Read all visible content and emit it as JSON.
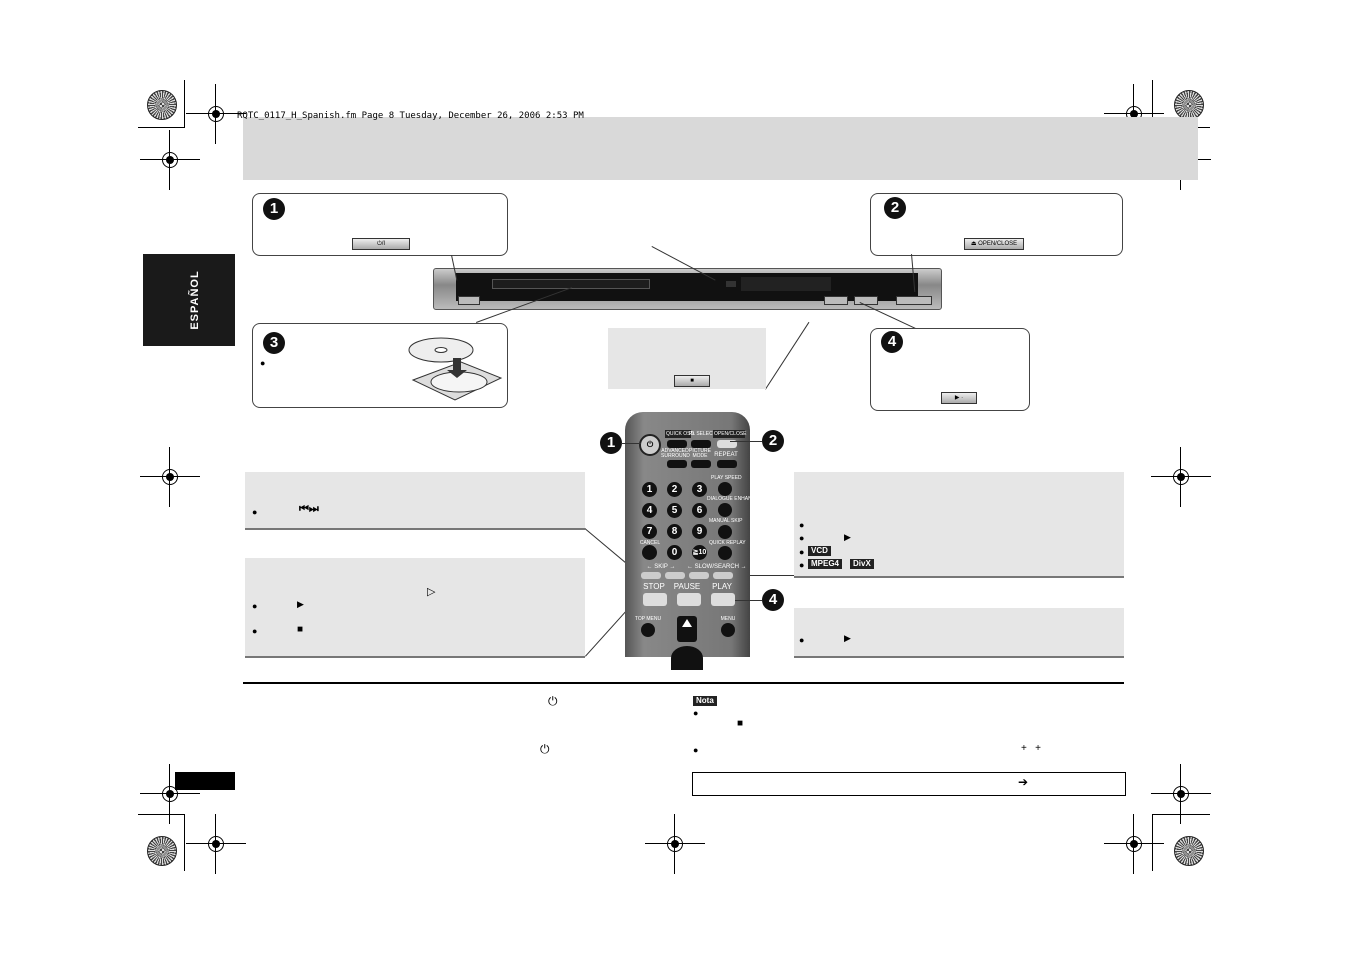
{
  "file_info": "RQTC_0117_H_Spanish.fm  Page 8  Tuesday, December 26, 2006  2:53 PM",
  "lang_tab": "ESPAÑOL",
  "steps": [
    "1",
    "2",
    "3",
    "4"
  ],
  "buttons": {
    "power": "⏻/I",
    "open_close": "⏏ OPEN/CLOSE",
    "stop": "■",
    "play": "▶  ·"
  },
  "bullet": "●",
  "panel_symbols": {
    "skip": "⏮⏭",
    "play": "▶",
    "stop": "■",
    "triangle": "▷"
  },
  "tags": {
    "vcd": "VCD",
    "mpeg4": "MPEG4",
    "divx": "DivX",
    "nota": "Nota"
  },
  "remote": {
    "quick_osd": "QUICK OSD",
    "pl_select": "PL SELECT",
    "open_close": "OPEN/CLOSE",
    "advanced_surround": "ADVANCED SURROUND",
    "picture_mode": "PICTURE MODE",
    "repeat": "REPEAT",
    "play_speed": "PLAY SPEED",
    "dialogue_enhancer": "DIALOGUE ENHANCER",
    "manual_skip": "MANUAL SKIP",
    "cancel": "CANCEL",
    "quick_replay": "QUICK REPLAY",
    "skip": "← SKIP →",
    "slow_search": "← SLOW/SEARCH →",
    "stop": "STOP",
    "pause": "PAUSE",
    "play": "PLAY",
    "top_menu": "TOP MENU",
    "menu": "MENU",
    "digits": [
      "1",
      "2",
      "3",
      "4",
      "5",
      "6",
      "7",
      "8",
      "9",
      "0"
    ],
    "ge10": "≧10"
  },
  "bottom": {
    "power_sym": "⏻",
    "stop_sym": "■",
    "plus": "+   +",
    "arrow": "➔"
  }
}
